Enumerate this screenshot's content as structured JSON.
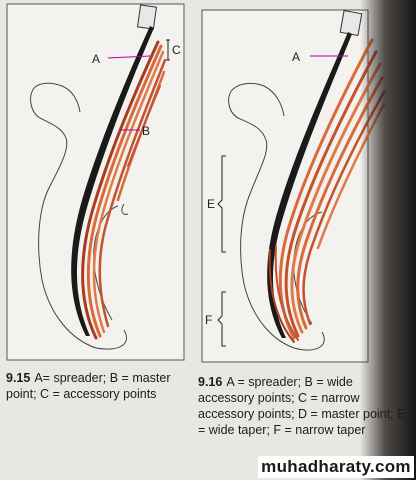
{
  "figure_left": {
    "labels": {
      "a": "A",
      "b": "B",
      "c": "C"
    },
    "caption_number": "9.15",
    "caption_text": "A= spreader; B = master point; C = accessory points"
  },
  "figure_right": {
    "labels": {
      "a": "A",
      "e": "E",
      "f": "F"
    },
    "caption_number": "9.16",
    "caption_text": "A = spreader; B = wide accessory points; C = narrow accessory points; D = master point; E = wide taper; F = narrow taper"
  },
  "watermark": "muhadharaty.com",
  "colors": {
    "gutta_percha": "#d86a3c",
    "gutta_dark": "#a83c1e",
    "spreader": "#1a1a1a",
    "outline": "#444444"
  }
}
